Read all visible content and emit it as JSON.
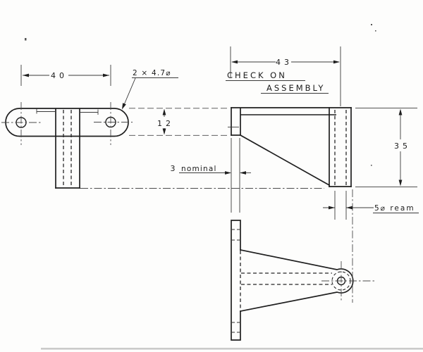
{
  "drawing": {
    "kind": "engineering-orthographic-drawing",
    "colors": {
      "paper": "#fdfdfc",
      "ink": "#1f1f1f",
      "thin_line": "#3a3a3a"
    },
    "annotations": {
      "dim_hole_spacing": "40",
      "dim_plate_width": "12",
      "dim_overall": "43",
      "dim_height": "35",
      "dim_web_value": "3",
      "dim_web_word": "nominal",
      "holes_callout": "2 × 4.7⌀",
      "ream_callout": "5⌀ ream",
      "check_note_line1": "CHECK ON",
      "check_note_line2": "ASSEMBLY"
    }
  }
}
